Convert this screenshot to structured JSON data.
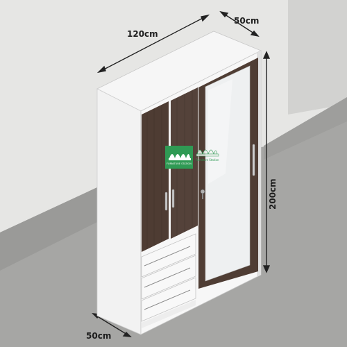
{
  "dimensions": {
    "width": "120cm",
    "depth_top": "50cm",
    "height": "200cm",
    "depth_bottom": "50cm"
  },
  "watermark": {
    "text_left": "FURNITURE STATION",
    "text_right": "Furniture Station"
  },
  "colors": {
    "wall": "#e6e6e4",
    "floor": "#a4a4a2",
    "cabinet_white": "#f4f4f4",
    "wood": "#4e3c33",
    "mirror": "#eef0f1",
    "logo_green": "#2f9a54"
  }
}
